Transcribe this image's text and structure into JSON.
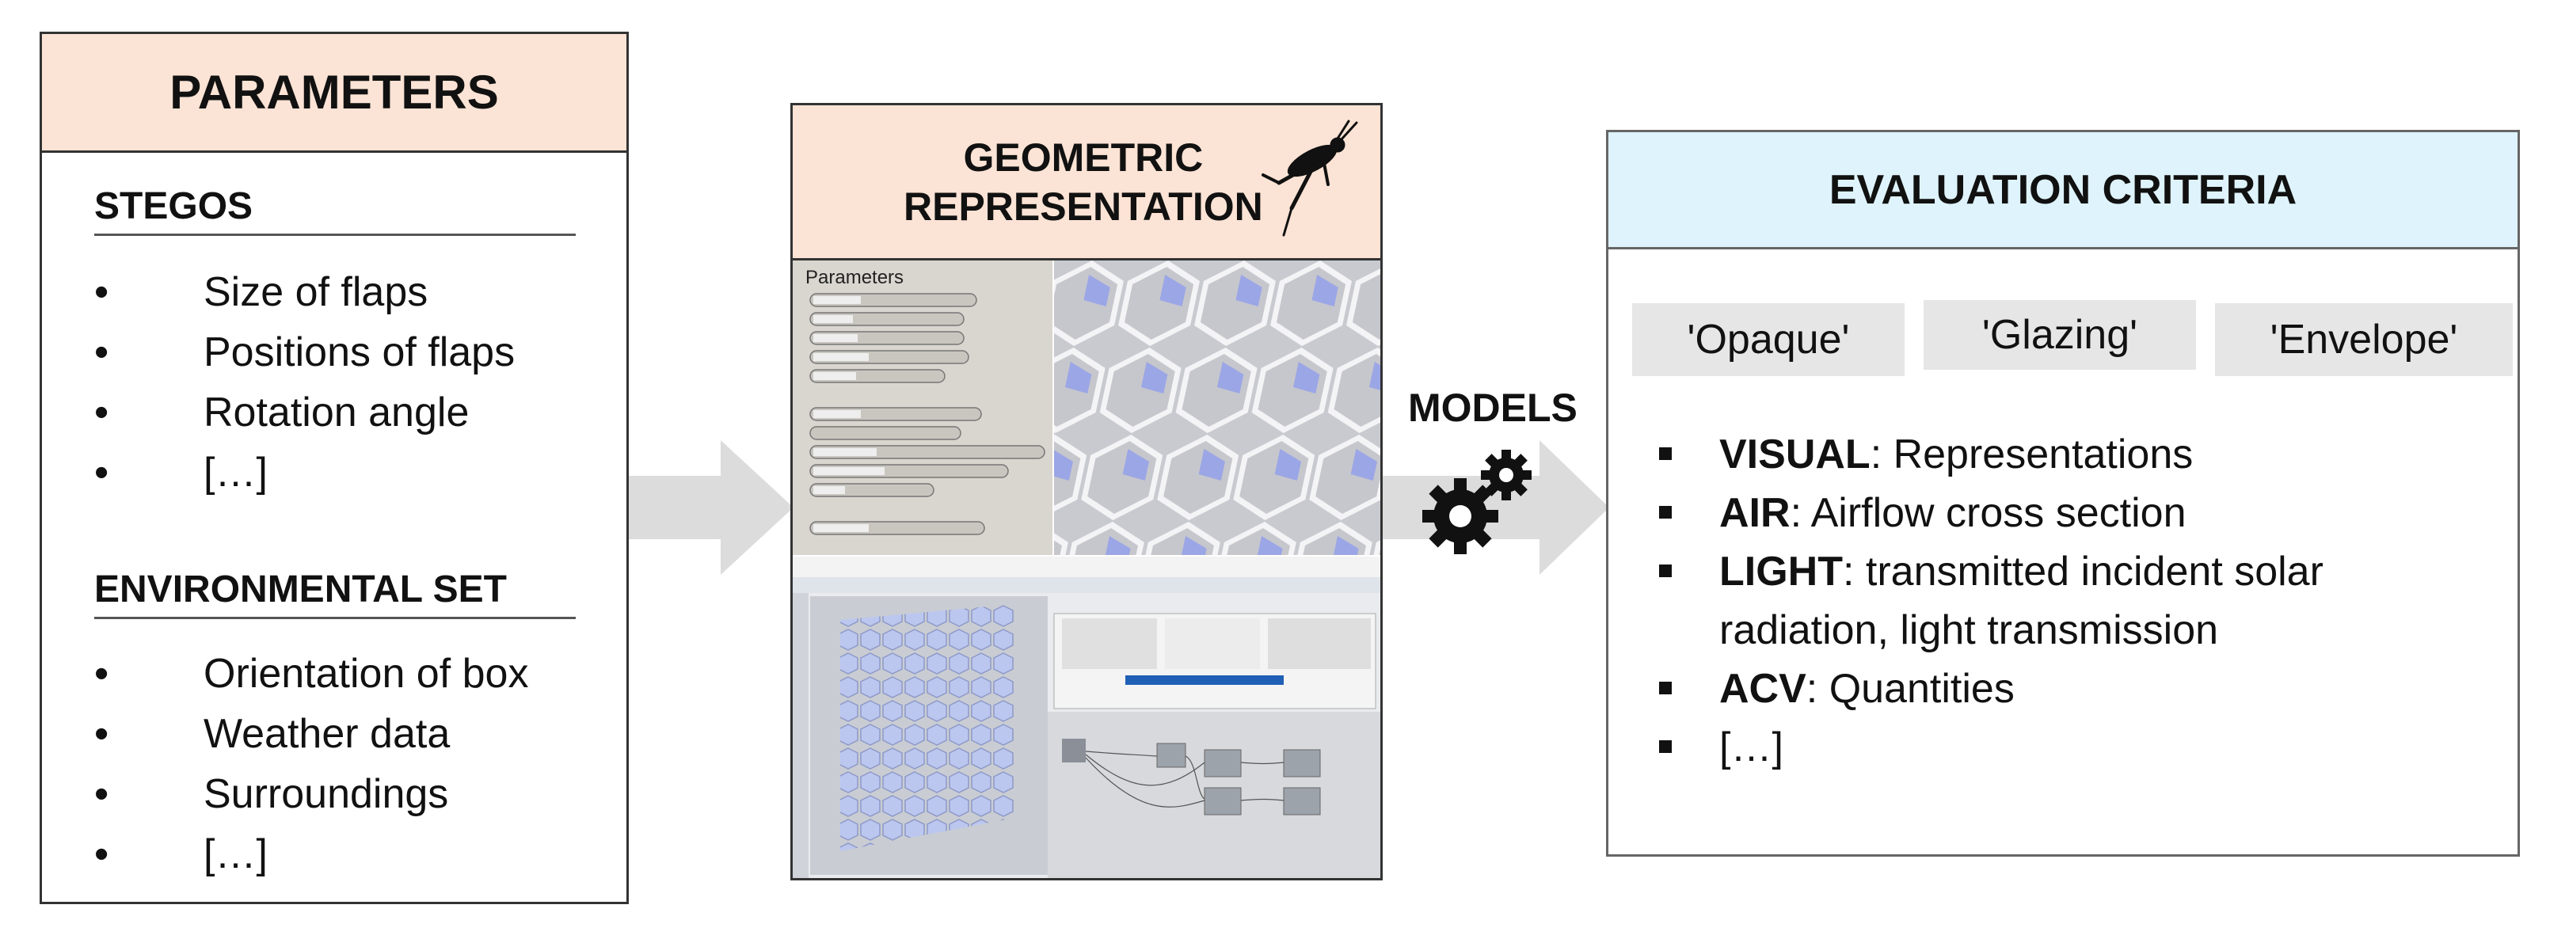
{
  "parameters": {
    "title": "PARAMETERS",
    "stegos": {
      "title": "STEGOS",
      "items": [
        "Size of flaps",
        "Positions of flaps",
        "Rotation angle",
        "[…]"
      ]
    },
    "environmental": {
      "title": "ENVIRONMENTAL SET",
      "items": [
        "Orientation of box",
        "Weather data",
        "Surroundings",
        "[…]"
      ]
    }
  },
  "geometric": {
    "title_line1": "GEOMETRIC",
    "title_line2": "REPRESENTATION",
    "icon": "grasshopper-icon",
    "sub_panel_label": "Parameters"
  },
  "models": {
    "label": "MODELS",
    "icon": "gears-icon"
  },
  "evaluation": {
    "title": "EVALUATION CRITERIA",
    "tags": [
      "'Opaque'",
      "'Glazing'",
      "'Envelope'"
    ],
    "criteria": [
      {
        "key": "VISUAL",
        "text": ": Representations"
      },
      {
        "key": "AIR",
        "text": ": Airflow cross section"
      },
      {
        "key": "LIGHT",
        "text": ": transmitted incident solar"
      },
      {
        "key": "ACV",
        "text": ": Quantities"
      },
      {
        "key": "",
        "text": "[…]"
      }
    ],
    "light_continuation": "radiation, light transmission"
  },
  "colors": {
    "header_peach": "#fbe3d5",
    "header_blue": "#def3fb",
    "arrow_gray": "#dcdcdc",
    "tag_gray": "#e6e6e6"
  }
}
